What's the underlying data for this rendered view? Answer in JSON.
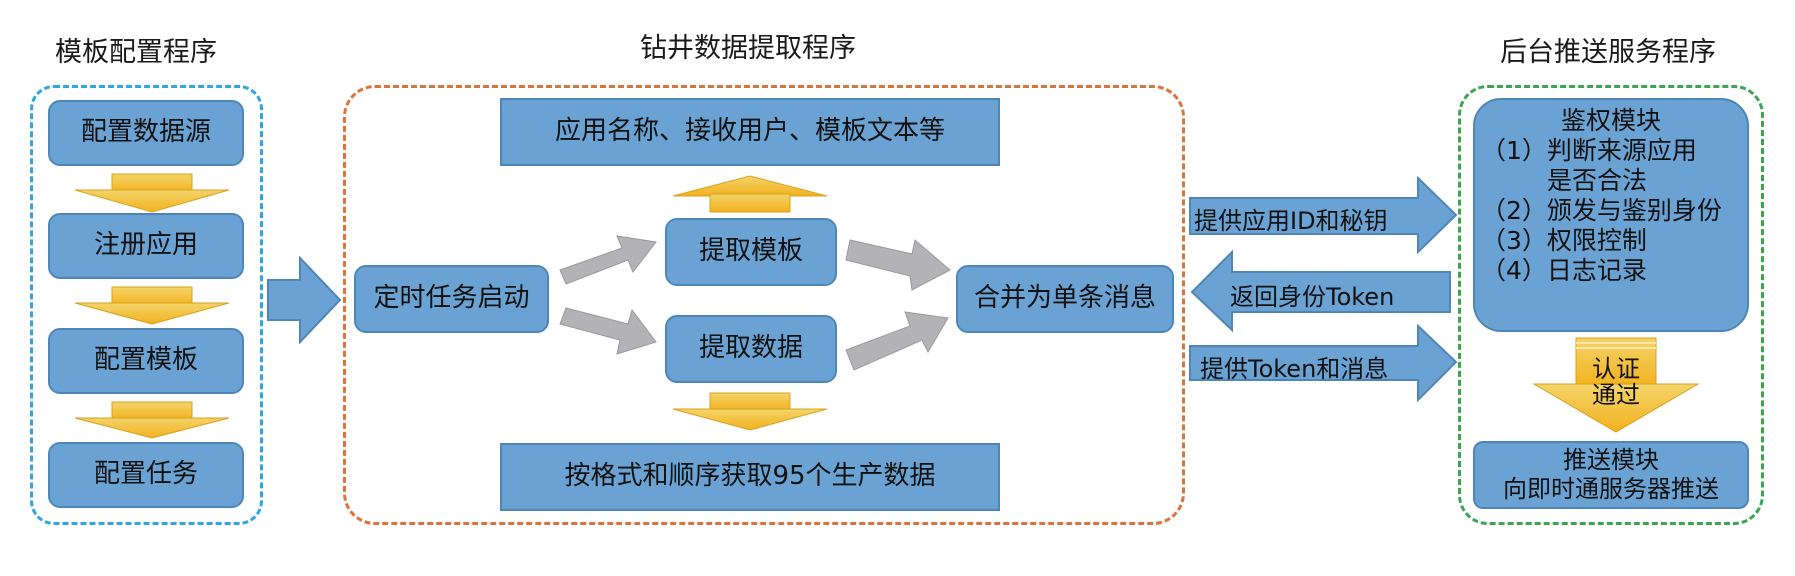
{
  "sections": {
    "left_title": "模板配置程序",
    "middle_title": "钻井数据提取程序",
    "right_title": "后台推送服务程序"
  },
  "left": {
    "step1": "配置数据源",
    "step2": "注册应用",
    "step3": "配置模板",
    "step4": "配置任务"
  },
  "middle": {
    "top_box": "应用名称、接收用户、模板文本等",
    "timer": "定时任务启动",
    "extract_template": "提取模板",
    "extract_data": "提取数据",
    "merge": "合并为单条消息",
    "bottom_box": "按格式和顺序获取95个生产数据"
  },
  "interfaces": {
    "provide_app_id": "提供应用ID和秘钥",
    "return_token": "返回身份Token",
    "provide_token_msg": "提供Token和消息"
  },
  "right": {
    "auth_title": "鉴权模块",
    "auth_item1_a": "（1）判断来源应用",
    "auth_item1_b": "是否合法",
    "auth_item2": "（2）颁发与鉴别身份",
    "auth_item3": "（3）权限控制",
    "auth_item4": "（4）日志记录",
    "auth_pass_a": "认证",
    "auth_pass_b": "通过",
    "push_line1": "推送模块",
    "push_line2": "向即时通服务器推送"
  },
  "colors": {
    "box_fill": "#6aa3d3",
    "box_border": "#4f86b8",
    "yellow_arrow": "#f7c23b",
    "gray_arrow": "#b3b3b6",
    "left_frame": "#2fa6e0",
    "middle_frame": "#d9743a",
    "right_frame": "#3aa650"
  }
}
